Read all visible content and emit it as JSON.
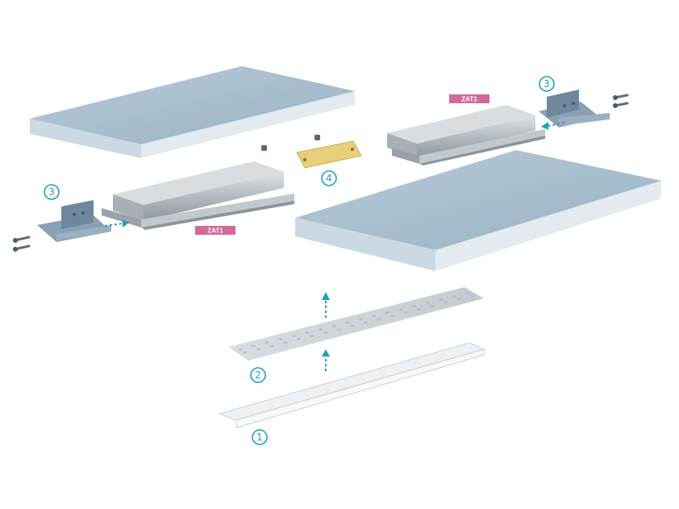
{
  "callouts": [
    {
      "id": "callout-1",
      "label": "1"
    },
    {
      "id": "callout-2",
      "label": "2"
    },
    {
      "id": "callout-3-right",
      "label": "3"
    },
    {
      "id": "callout-3-left",
      "label": "3"
    },
    {
      "id": "callout-4",
      "label": "4"
    }
  ],
  "tags": {
    "right": "ZAT1",
    "left": "ZAT1"
  },
  "colors": {
    "accent": "#1fa2b5",
    "tag": "#d06a9c",
    "board_top": "#a8c0cf",
    "board_side": "#cfdde6",
    "aluminium": "#b9bfc3",
    "bracket": "#7e96ab",
    "plate": "#e6cf7a"
  }
}
